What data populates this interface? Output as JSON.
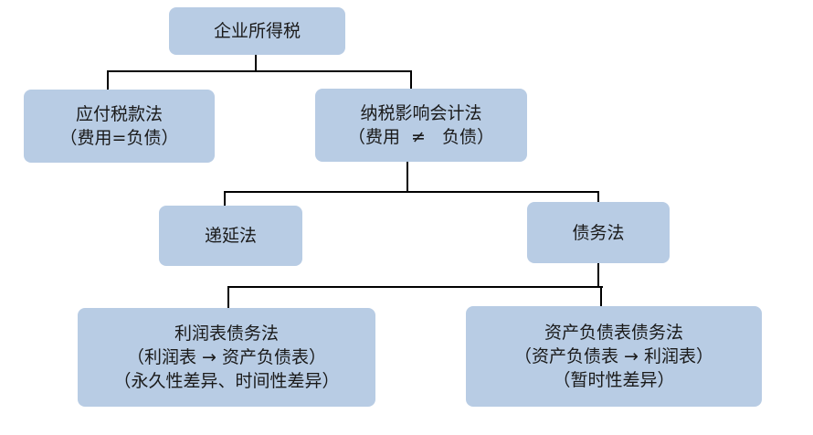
{
  "colors": {
    "node_fill": "#b8cce4",
    "connector": "#000000",
    "text": "#1a1a1a"
  },
  "nodes": {
    "root": {
      "lines": [
        "企业所得税"
      ]
    },
    "payable": {
      "lines": [
        "应付税款法",
        "（费用=负债）"
      ]
    },
    "tax_effect": {
      "lines": [
        "纳税影响会计法",
        "（费用  ≠   负债）"
      ]
    },
    "deferral": {
      "lines": [
        "递延法"
      ]
    },
    "liability": {
      "lines": [
        "债务法"
      ]
    },
    "income_stmt": {
      "lines": [
        "利润表债务法",
        "（利润表 → 资产负债表）",
        "（永久性差异、时间性差异）"
      ]
    },
    "balance_sheet": {
      "lines": [
        "资产负债表债务法",
        "（资产负债表 → 利润表）",
        "（暂时性差异）"
      ]
    }
  }
}
